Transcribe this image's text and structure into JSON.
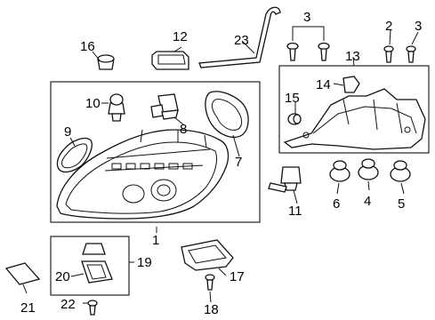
{
  "diagram": {
    "labels": {
      "c1": "1",
      "c2": "2",
      "c3a": "3",
      "c3b": "3",
      "c4": "4",
      "c5": "5",
      "c6": "6",
      "c7": "7",
      "c8": "8",
      "c9": "9",
      "c10": "10",
      "c11": "11",
      "c12": "12",
      "c13": "13",
      "c14": "14",
      "c15": "15",
      "c16": "16",
      "c17": "17",
      "c18": "18",
      "c19": "19",
      "c20": "20",
      "c21": "21",
      "c22": "22",
      "c23": "23"
    }
  }
}
